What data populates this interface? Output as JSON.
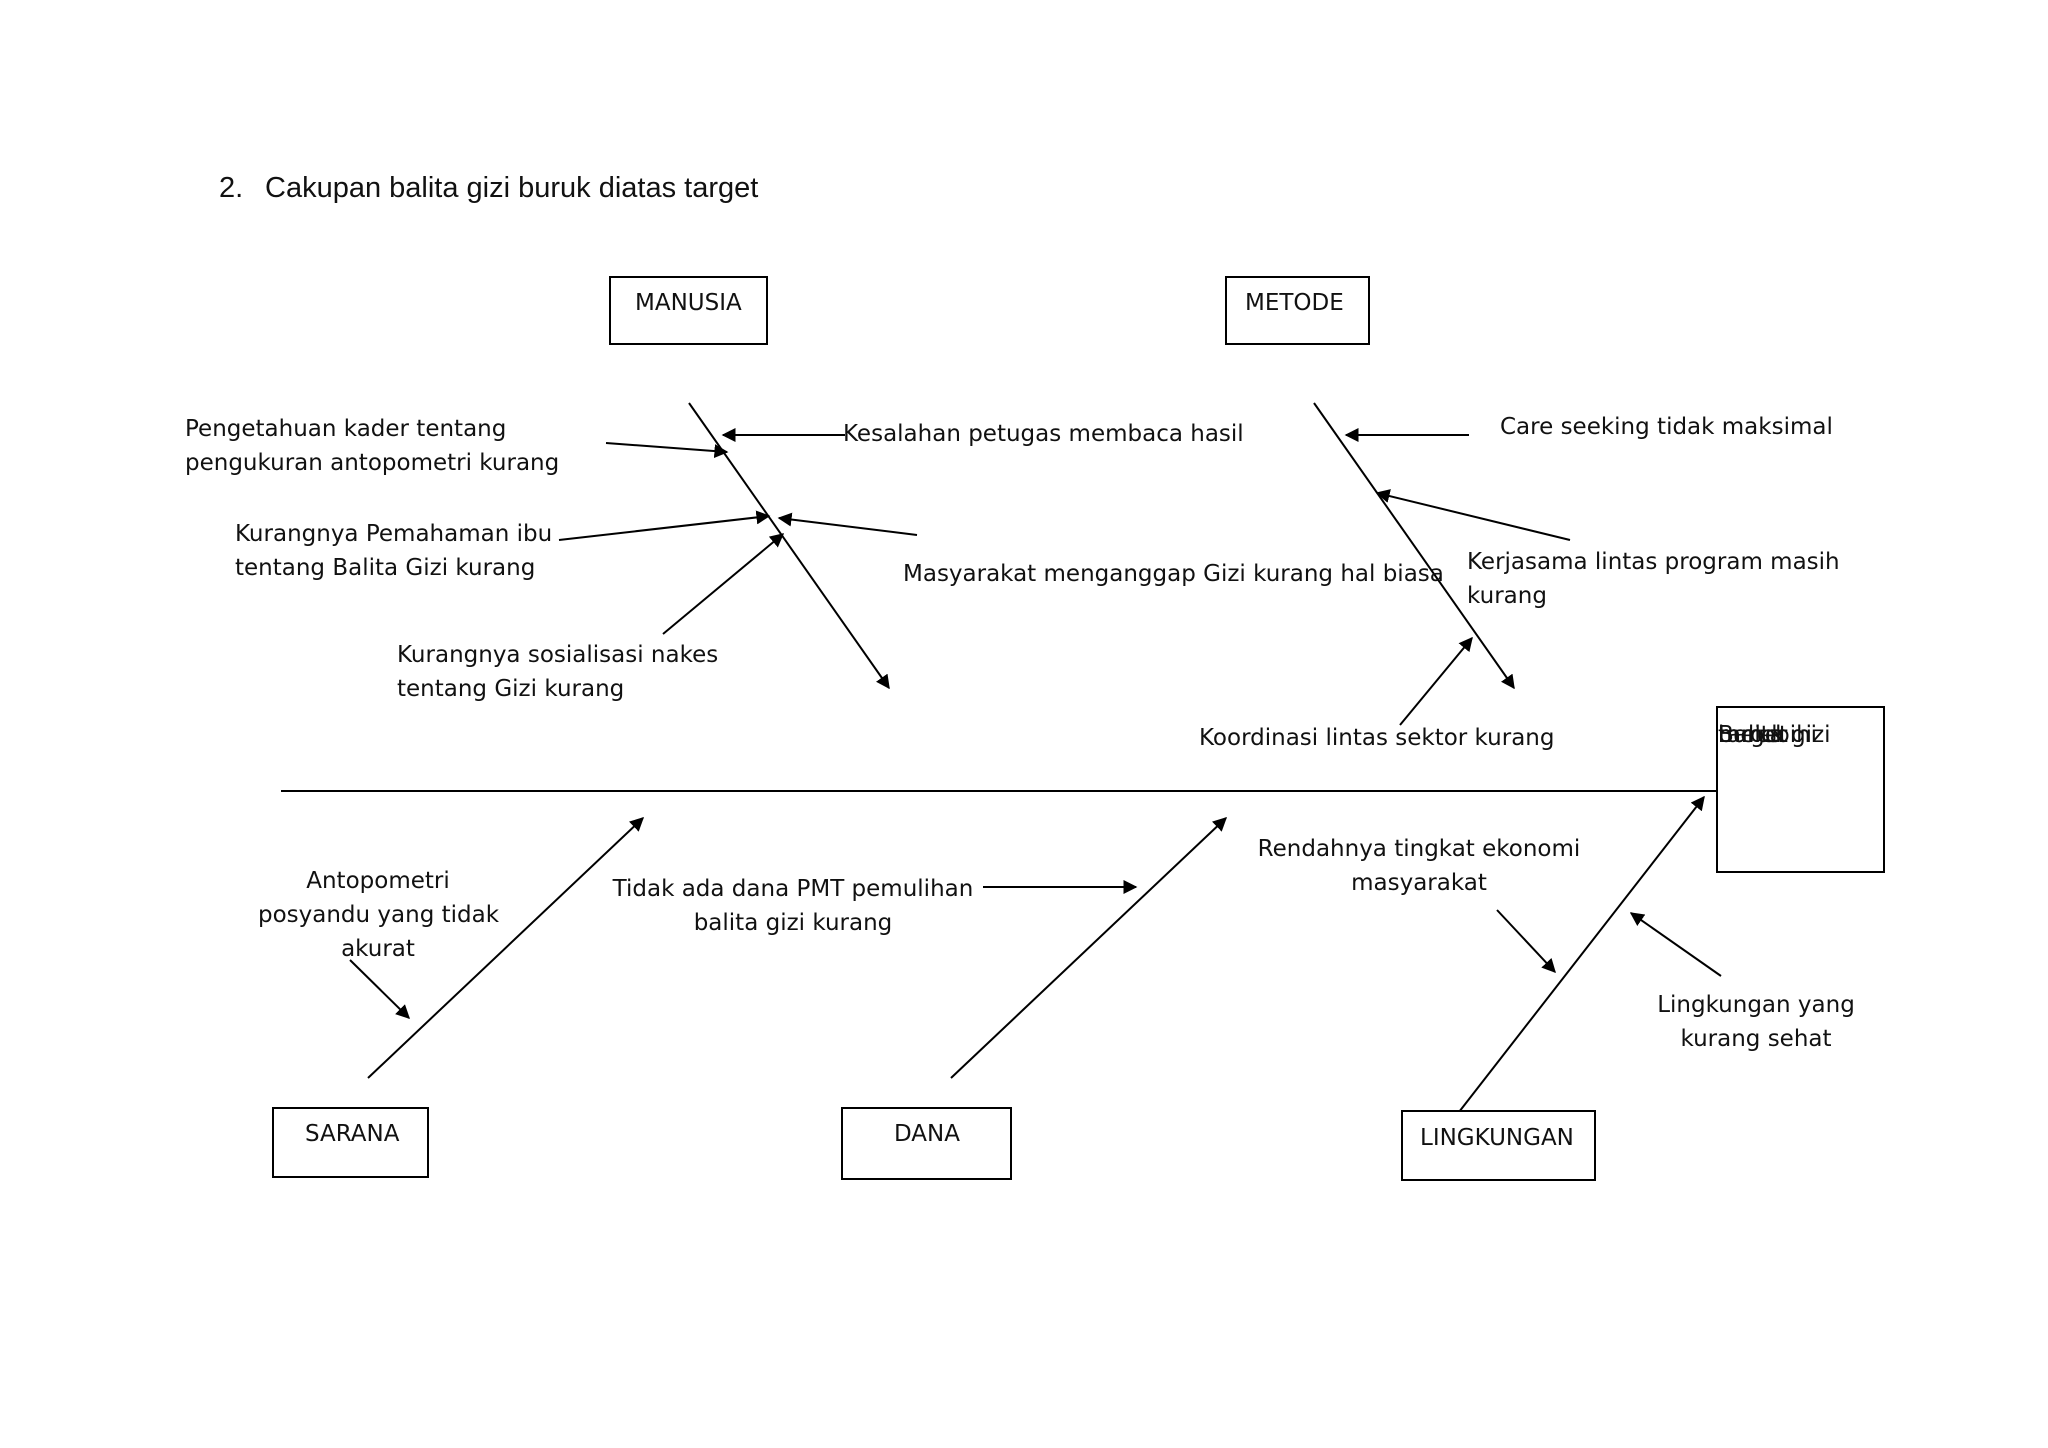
{
  "document": {
    "number": "2.",
    "title": "Cakupan balita gizi buruk diatas target"
  },
  "effect": {
    "lines": [
      "Balita gizi",
      "buruk",
      "melebihi",
      "target"
    ]
  },
  "categories": {
    "manusia": "MANUSIA",
    "metode": "METODE",
    "sarana": "SARANA",
    "dana": "DANA",
    "lingkungan": "LINGKUNGAN"
  },
  "causes": {
    "manusia": [
      {
        "lines": [
          "Pengetahuan kader tentang",
          "pengukuran antopometri kurang"
        ]
      },
      {
        "lines": [
          "Kesalahan petugas membaca hasil"
        ]
      },
      {
        "lines": [
          "Kurangnya Pemahaman ibu",
          "tentang Balita Gizi kurang"
        ]
      },
      {
        "lines": [
          "Masyarakat menganggap Gizi kurang hal biasa"
        ]
      },
      {
        "lines": [
          "Kurangnya sosialisasi  nakes",
          "tentang Gizi kurang"
        ]
      }
    ],
    "metode": [
      {
        "lines": [
          "Care seeking tidak maksimal"
        ]
      },
      {
        "lines": [
          "Kerjasama lintas program masih",
          "kurang"
        ]
      },
      {
        "lines": [
          "Koordinasi lintas sektor kurang"
        ]
      }
    ],
    "sarana": [
      {
        "lines": [
          "Antopometri",
          "posyandu yang tidak",
          "akurat"
        ]
      }
    ],
    "dana": [
      {
        "lines": [
          "Tidak ada dana PMT pemulihan",
          "balita gizi kurang"
        ]
      }
    ],
    "lingkungan": [
      {
        "lines": [
          "Rendahnya tingkat ekonomi",
          "masyarakat"
        ]
      },
      {
        "lines": [
          "Lingkungan yang",
          "kurang sehat"
        ]
      }
    ]
  }
}
